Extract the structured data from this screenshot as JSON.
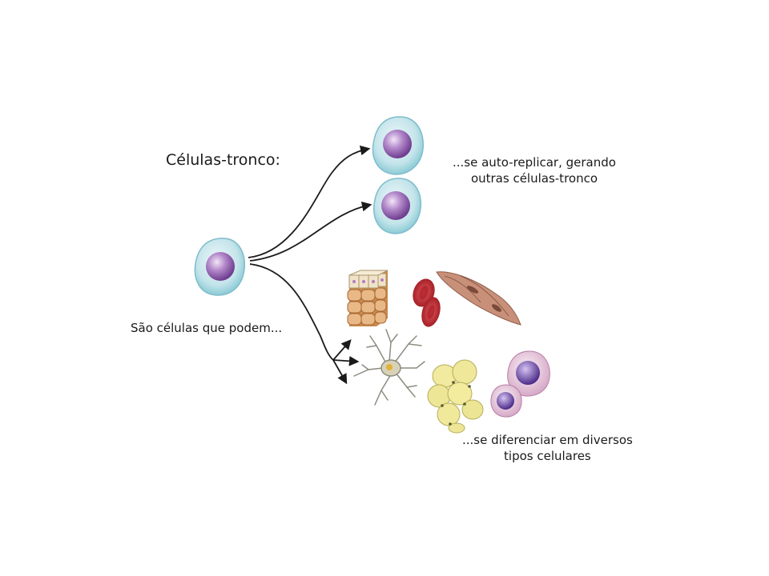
{
  "diagram": {
    "title": "Células-tronco:",
    "source_caption": "São células que podem...",
    "self_renewal_caption": {
      "line1": "...se auto-replicar, gerando",
      "line2": "outras células-tronco"
    },
    "differentiation_caption": {
      "line1": "...se diferenciar em diversos",
      "line2": "tipos celulares"
    }
  },
  "icons": {
    "source": "stem-cell-icon",
    "renewed_top": "stem-cell-icon",
    "renewed_bottom": "stem-cell-icon",
    "epithelium": "epithelial-tissue-icon",
    "blood": "red-blood-cells-icon",
    "muscle": "smooth-muscle-cells-icon",
    "nerve": "neuron-icon",
    "fat": "adipose-tissue-icon",
    "immune": "white-blood-cells-icon"
  },
  "colors": {
    "stem_outer": "#a9d8e0",
    "stem_nucleus": "#9b5fb8",
    "arrow": "#1a1a1a",
    "blood": "#c0242b",
    "fat": "#efe89a",
    "epithelium": "#e6b27a",
    "muscle": "#c9917a",
    "immune_outer": "#d9b4cf",
    "immune_nucleus": "#6a3fa0"
  }
}
